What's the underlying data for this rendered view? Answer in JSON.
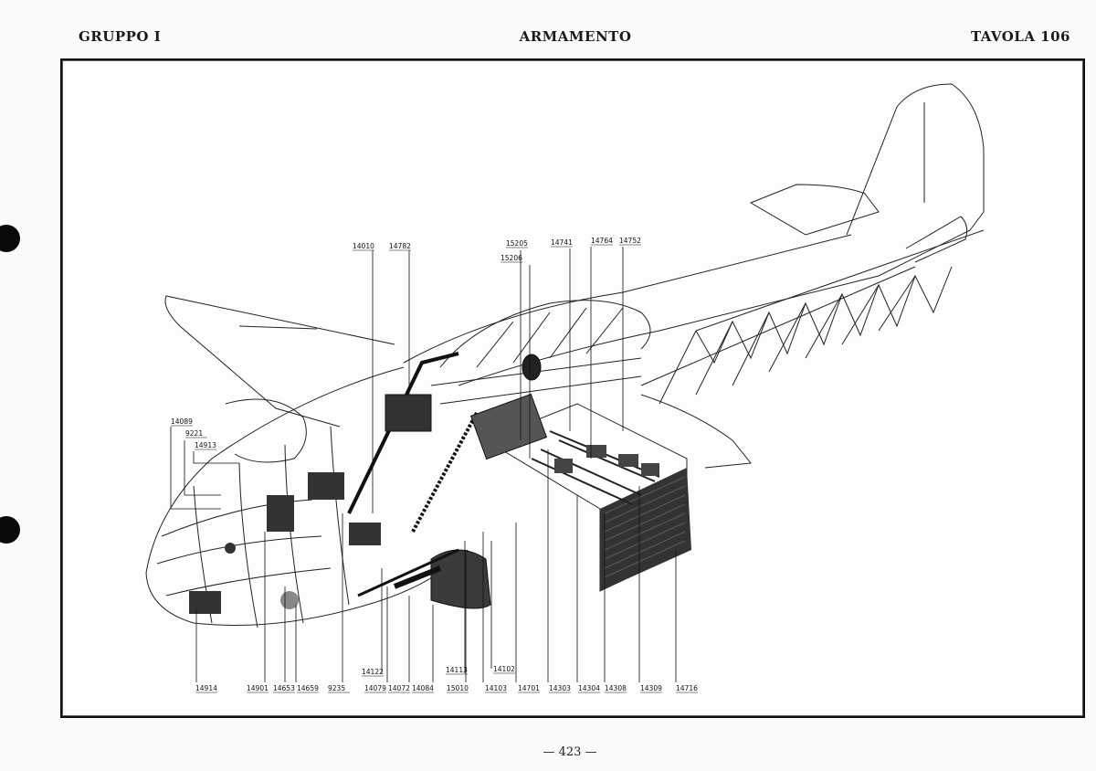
{
  "header": {
    "group": "GRUPPO I",
    "section": "ARMAMENTO",
    "plate": "TAVOLA 106"
  },
  "footer": {
    "page_number": "— 423 —"
  },
  "diagram": {
    "subject": "exploded cutaway of aircraft fuselage with armament and bomb bay",
    "callouts_top": [
      {
        "id": "c-14010",
        "label": "14010"
      },
      {
        "id": "c-14782",
        "label": "14782"
      },
      {
        "id": "c-15205",
        "label": "15205"
      },
      {
        "id": "c-15206",
        "label": "15206"
      },
      {
        "id": "c-14741",
        "label": "14741"
      },
      {
        "id": "c-14764",
        "label": "14764"
      },
      {
        "id": "c-14752",
        "label": "14752"
      }
    ],
    "callouts_left": [
      {
        "id": "c-14089",
        "label": "14089"
      },
      {
        "id": "c-9221",
        "label": "9221"
      },
      {
        "id": "c-14913",
        "label": "14913"
      }
    ],
    "callouts_bottom": [
      {
        "id": "c-14914",
        "label": "14914"
      },
      {
        "id": "c-14901",
        "label": "14901"
      },
      {
        "id": "c-14653",
        "label": "14653"
      },
      {
        "id": "c-14659",
        "label": "14659"
      },
      {
        "id": "c-9235",
        "label": "9235"
      },
      {
        "id": "c-14122",
        "label": "14122"
      },
      {
        "id": "c-14079",
        "label": "14079"
      },
      {
        "id": "c-14072",
        "label": "14072"
      },
      {
        "id": "c-14084",
        "label": "14084"
      },
      {
        "id": "c-14113",
        "label": "14113"
      },
      {
        "id": "c-15010",
        "label": "15010"
      },
      {
        "id": "c-14102",
        "label": "14102"
      },
      {
        "id": "c-14103",
        "label": "14103"
      },
      {
        "id": "c-14701",
        "label": "14701"
      },
      {
        "id": "c-14303",
        "label": "14303"
      },
      {
        "id": "c-14304",
        "label": "14304"
      },
      {
        "id": "c-14308",
        "label": "14308"
      },
      {
        "id": "c-14309",
        "label": "14309"
      },
      {
        "id": "c-14716",
        "label": "14716"
      }
    ]
  }
}
